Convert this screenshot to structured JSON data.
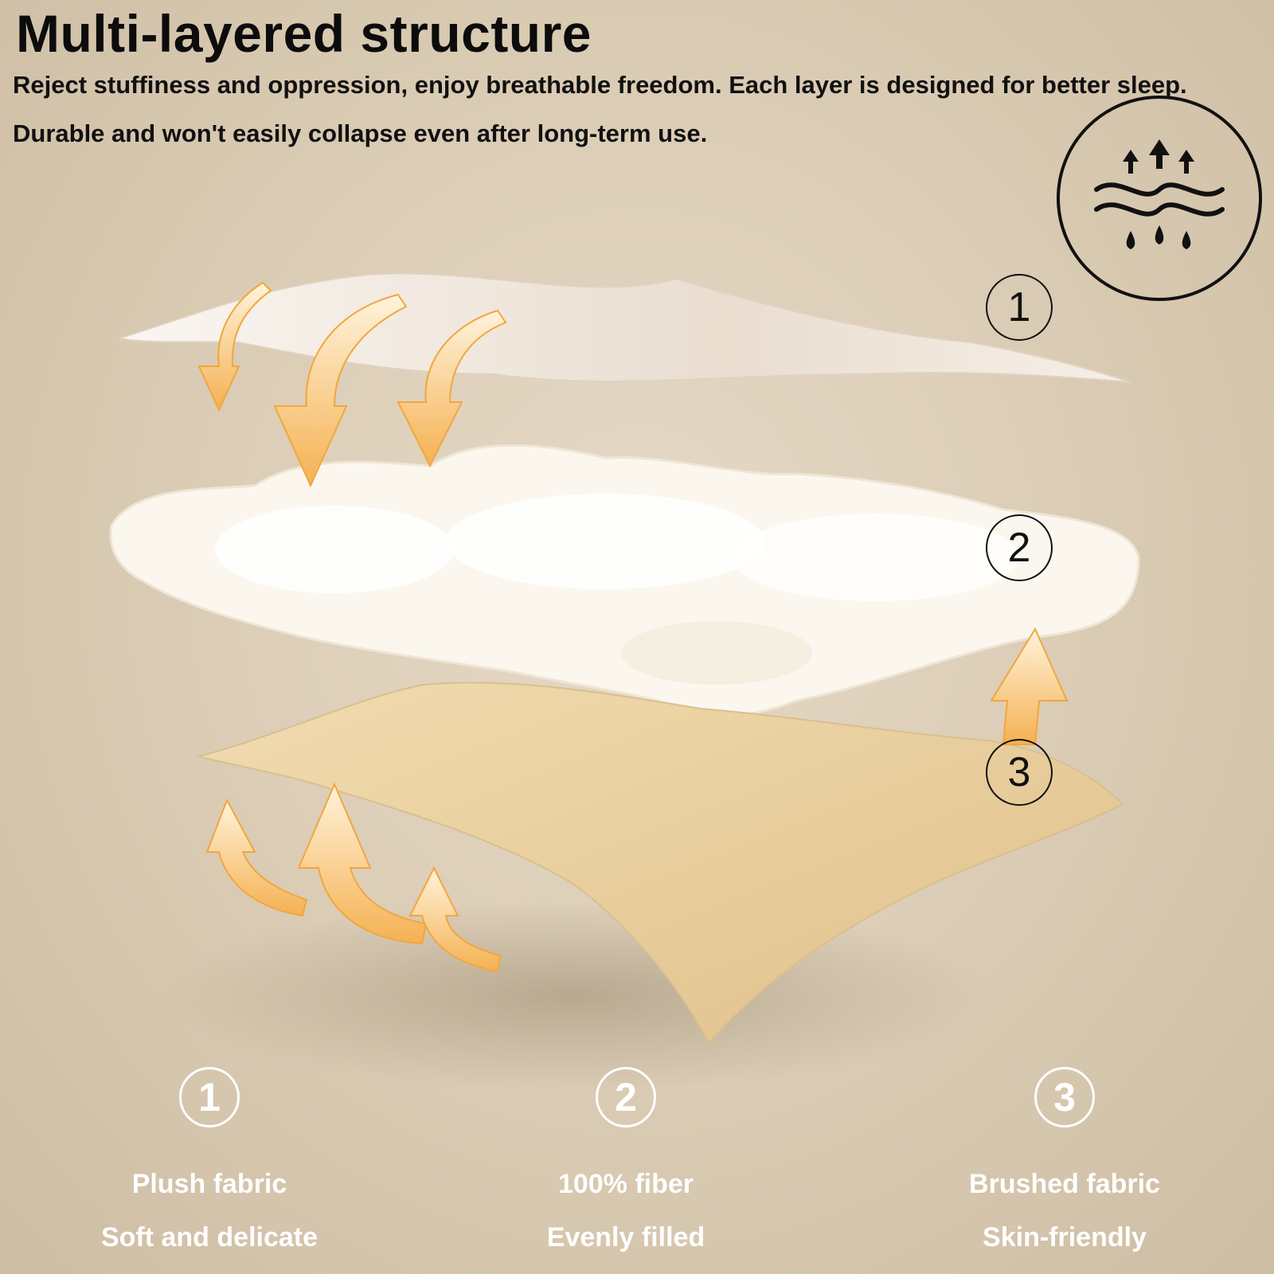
{
  "header": {
    "title": "Multi-layered structure",
    "subtitle": "Reject stuffiness and oppression, enjoy breathable freedom. Each layer is designed for better sleep. Durable and won't easily collapse even after long-term use."
  },
  "icons": {
    "breathable": "breathable-badge-icon",
    "arrow": "airflow-arrow-icon"
  },
  "layer_labels": [
    "1",
    "2",
    "3"
  ],
  "features": [
    {
      "number": "1",
      "name": "Plush fabric",
      "desc": "Soft and delicate"
    },
    {
      "number": "2",
      "name": "100% fiber",
      "desc": "Evenly filled"
    },
    {
      "number": "3",
      "name": "Brushed fabric",
      "desc": "Skin-friendly"
    }
  ],
  "colors": {
    "background": "#d8c9b1",
    "arrow": "#f5b152",
    "top_fabric": "#f1e8de",
    "filling": "#fbf7ef",
    "bottom_fabric": "#ead2a0"
  }
}
